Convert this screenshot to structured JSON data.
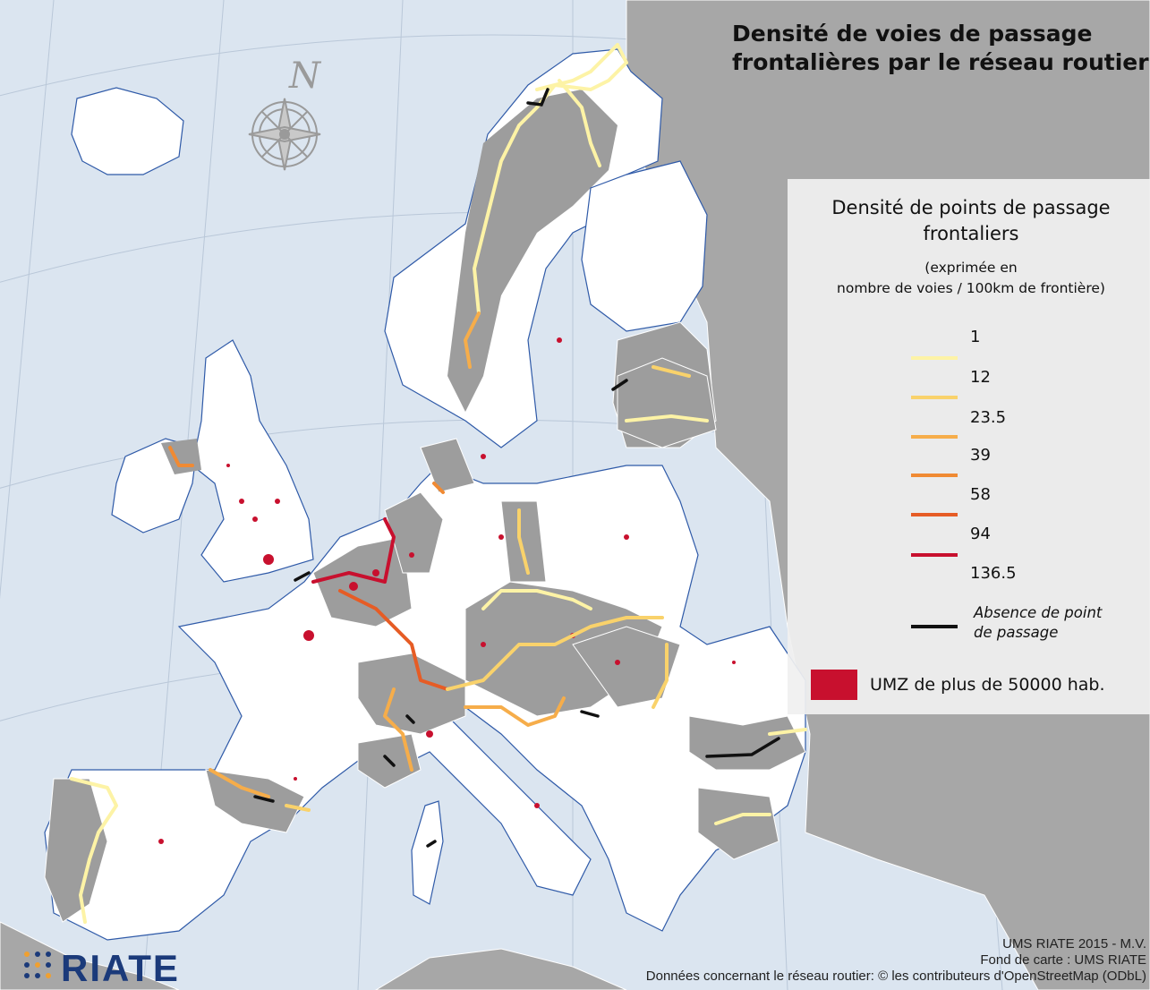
{
  "map_title": {
    "line1": "Densité de voies de passage",
    "line2": "frontalières par le réseau routier"
  },
  "compass": {
    "north_label": "N",
    "icon": "compass-rose"
  },
  "legend": {
    "title_line1": "Densité de points de passage",
    "title_line2": "frontaliers",
    "subtitle_line1": "(exprimée en",
    "subtitle_line2": "nombre de voies / 100km de frontière)",
    "classes": [
      {
        "label": "1",
        "color": "#fdf3a6"
      },
      {
        "label": "12",
        "color": "#f9d26b"
      },
      {
        "label": "23.5",
        "color": "#f6ad4a"
      },
      {
        "label": "39",
        "color": "#f08a33"
      },
      {
        "label": "58",
        "color": "#e65c25"
      },
      {
        "label": "94",
        "color": "#c8102e"
      },
      {
        "label": "136.5"
      }
    ],
    "absence_line1": "Absence de point",
    "absence_line2": "de passage",
    "absence_color": "#111111",
    "umz_label": "UMZ de plus de 50000 hab.",
    "umz_color": "#c8102e"
  },
  "colors": {
    "sea": "#dbe5f0",
    "land_study": "#ffffff",
    "land_border_regions": "#9d9d9d",
    "land_outside": "#a7a7a7",
    "coastline": "#2f5aa8"
  },
  "credits": {
    "line1": "UMS RIATE 2015 - M.V.",
    "line2": "Fond de carte : UMS RIATE",
    "line3": "Données concernant le réseau routier: © les contributeurs d'OpenStreetMap (ODbL)"
  },
  "logo": {
    "text": "RIATE"
  }
}
